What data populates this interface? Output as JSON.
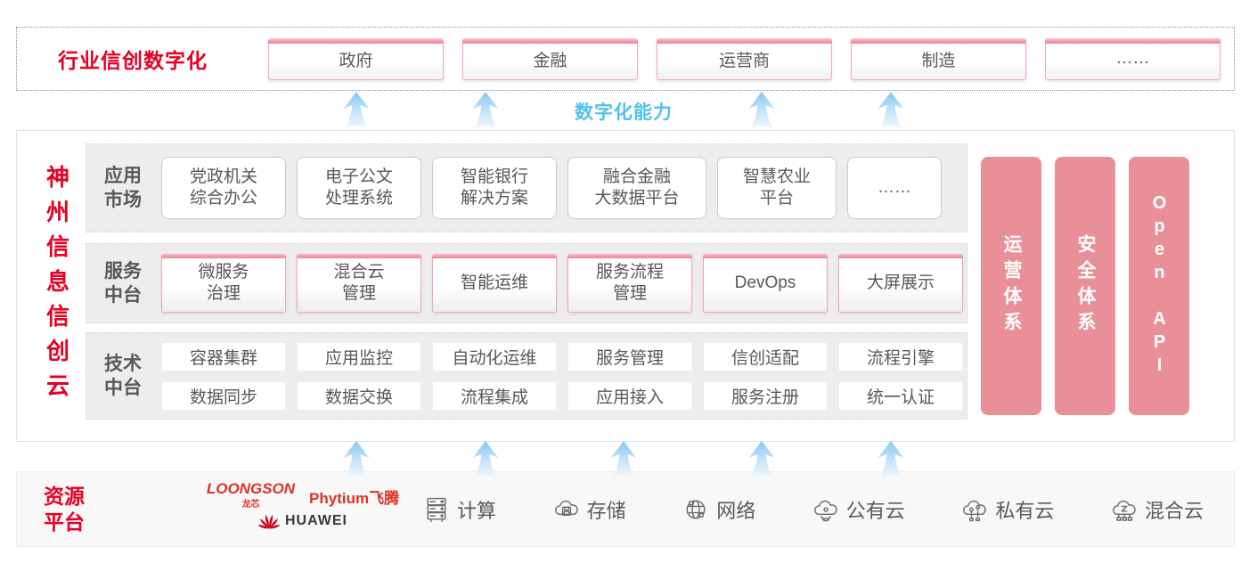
{
  "top_banner": {
    "label": "行业信创数字化",
    "industries": [
      "政府",
      "金融",
      "运营商",
      "制造",
      "……"
    ]
  },
  "capability_label": "数字化能力",
  "platform": {
    "vertical_title": "神州信息信创云",
    "app_row": {
      "label": "应用\n市场",
      "items": [
        "党政机关\n综合办公",
        "电子公文\n处理系统",
        "智能银行\n解决方案",
        "融合金融\n大数据平台",
        "智慧农业\n平台",
        "……"
      ]
    },
    "service_row": {
      "label": "服务\n中台",
      "items": [
        "微服务\n治理",
        "混合云\n管理",
        "智能运维",
        "服务流程\n管理",
        "DevOps",
        "大屏展示"
      ]
    },
    "tech_row": {
      "label": "技术\n中台",
      "items_row1": [
        "容器集群",
        "应用监控",
        "自动化运维",
        "服务管理",
        "信创适配",
        "流程引擎"
      ],
      "items_row2": [
        "数据同步",
        "数据交换",
        "流程集成",
        "应用接入",
        "服务注册",
        "统一认证"
      ]
    },
    "side_bars": [
      "运营体系",
      "安全体系",
      "Open API"
    ]
  },
  "resources": {
    "label": "资源\n平台",
    "vendors": {
      "loongson": "LOONGSON",
      "loongson_sub": "龙芯",
      "phytium": "Phytium飞腾",
      "huawei": "HUAWEI"
    },
    "items": [
      {
        "icon": "compute-icon",
        "label": "计算"
      },
      {
        "icon": "storage-icon",
        "label": "存储"
      },
      {
        "icon": "network-icon",
        "label": "网络"
      },
      {
        "icon": "public-cloud-icon",
        "label": "公有云"
      },
      {
        "icon": "private-cloud-icon",
        "label": "私有云"
      },
      {
        "icon": "hybrid-cloud-icon",
        "label": "混合云"
      }
    ]
  },
  "colors": {
    "brand_red": "#e60023",
    "bar_pink": "#e98f98",
    "accent_blue": "#4fc1ee",
    "text_dark": "#595757"
  }
}
